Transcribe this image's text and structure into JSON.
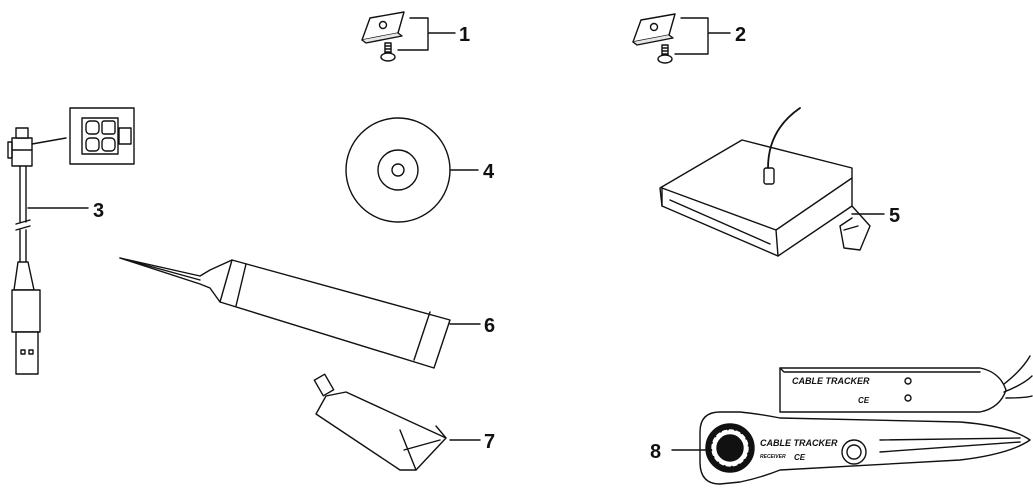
{
  "callouts": [
    {
      "id": "1",
      "label": "1"
    },
    {
      "id": "2",
      "label": "2"
    },
    {
      "id": "3",
      "label": "3"
    },
    {
      "id": "4",
      "label": "4"
    },
    {
      "id": "5",
      "label": "5"
    },
    {
      "id": "6",
      "label": "6"
    },
    {
      "id": "7",
      "label": "7"
    },
    {
      "id": "8",
      "label": "8"
    }
  ],
  "devices": {
    "sender_label": "CABLE TRACKER",
    "sender_mark": "CE",
    "receiver_label": "CABLE TRACKER",
    "receiver_sublabel": "RECEIVER",
    "receiver_mark": "CE"
  },
  "colors": {
    "line": "#111111",
    "fill": "#ffffff",
    "shade": "#dcdcdc"
  }
}
